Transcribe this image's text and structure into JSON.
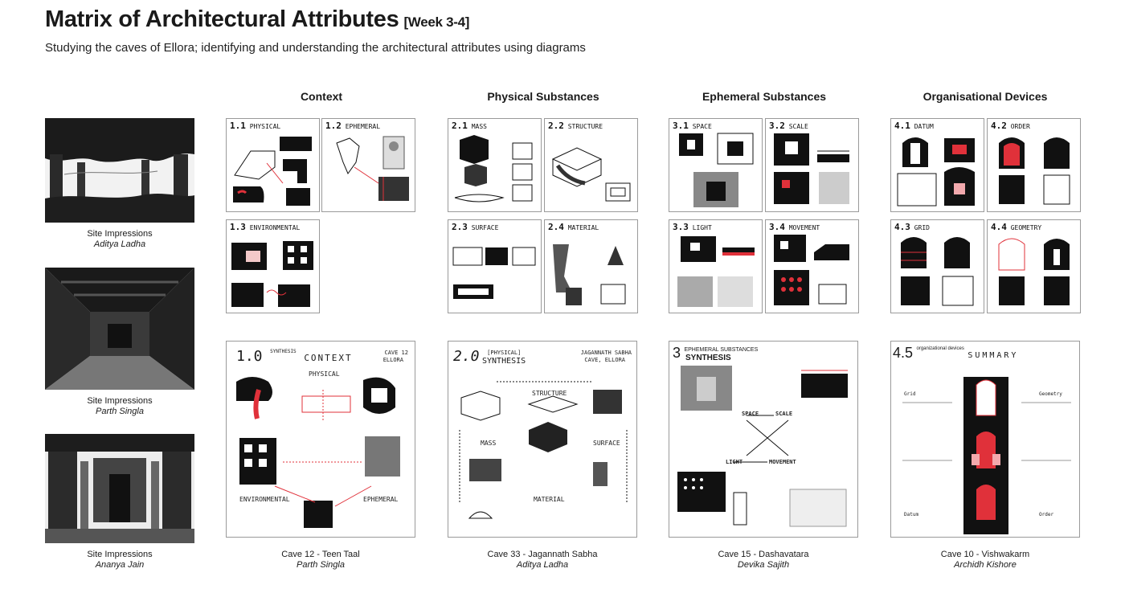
{
  "header": {
    "title": "Matrix of Architectural Attributes",
    "week": "[Week 3-4]",
    "subtitle": "Studying the caves of Ellora; identifying and understanding the architectural attributes using diagrams"
  },
  "columns": [
    {
      "heading": "Context"
    },
    {
      "heading": "Physical Substances"
    },
    {
      "heading": "Ephemeral Substances"
    },
    {
      "heading": "Organisational Devices"
    }
  ],
  "site_impressions": [
    {
      "label": "Site Impressions",
      "author": "Aditya Ladha"
    },
    {
      "label": "Site Impressions",
      "author": "Parth Singla"
    },
    {
      "label": "Site Impressions",
      "author": "Ananya Jain"
    }
  ],
  "thumb_labels": {
    "context": [
      {
        "num": "1.1",
        "word": "PHYSICAL"
      },
      {
        "num": "1.2",
        "word": "EPHEMERAL"
      },
      {
        "num": "1.3",
        "word": "ENVIRONMENTAL"
      }
    ],
    "physical": [
      {
        "num": "2.1",
        "word": "MASS"
      },
      {
        "num": "2.2",
        "word": "STRUCTURE"
      },
      {
        "num": "2.3",
        "word": "SURFACE"
      },
      {
        "num": "2.4",
        "word": "MATERIAL"
      }
    ],
    "ephemeral": [
      {
        "num": "3.1",
        "word": "SPACE"
      },
      {
        "num": "3.2",
        "word": "SCALE"
      },
      {
        "num": "3.3",
        "word": "LIGHT"
      },
      {
        "num": "3.4",
        "word": "MOVEMENT"
      }
    ],
    "organisational": [
      {
        "num": "4.1",
        "word": "DATUM"
      },
      {
        "num": "4.2",
        "word": "ORDER"
      },
      {
        "num": "4.3",
        "word": "GRID"
      },
      {
        "num": "4.4",
        "word": "GEOMETRY"
      }
    ]
  },
  "synthesis": [
    {
      "num": "1.0",
      "word": "CONTEXT",
      "sub": "SYNTHESIS",
      "tag": "CAVE 12",
      "tag2": "ELLORA",
      "labels": [
        "PHYSICAL",
        "ENVIRONMENTAL",
        "EPHEMERAL"
      ]
    },
    {
      "num": "2.0",
      "word": "SYNTHESIS",
      "sub": "[PHYSICAL]",
      "tag": "JAGANNATH SABHA",
      "tag2": "CAVE, ELLORA",
      "labels": [
        "STRUCTURE",
        "MASS",
        "SURFACE",
        "MATERIAL"
      ]
    },
    {
      "num": "3",
      "word": "SYNTHESIS",
      "sub": "EPHEMERAL SUBSTANCES",
      "tag": "",
      "tag2": "",
      "labels": [
        "SPACE",
        "SCALE",
        "LIGHT",
        "MOVEMENT"
      ]
    },
    {
      "num": "4.5",
      "word": "SUMMARY",
      "sub": "organizational devices",
      "tag": "",
      "tag2": "",
      "labels": [
        "Grid",
        "Geometry",
        "Datum",
        "Order"
      ]
    }
  ],
  "cave_captions": [
    {
      "cave": "Cave 12 - Teen Taal",
      "author": "Parth Singla"
    },
    {
      "cave": "Cave 33 - Jagannath Sabha",
      "author": "Aditya Ladha"
    },
    {
      "cave": "Cave 15 - Dashavatara",
      "author": "Devika Sajith"
    },
    {
      "cave": "Cave 10 - Vishwakarm",
      "author": "Archidh Kishore"
    }
  ],
  "colors": {
    "accent": "#e0313a",
    "ink": "#111111",
    "frame": "#9a9a9a"
  }
}
